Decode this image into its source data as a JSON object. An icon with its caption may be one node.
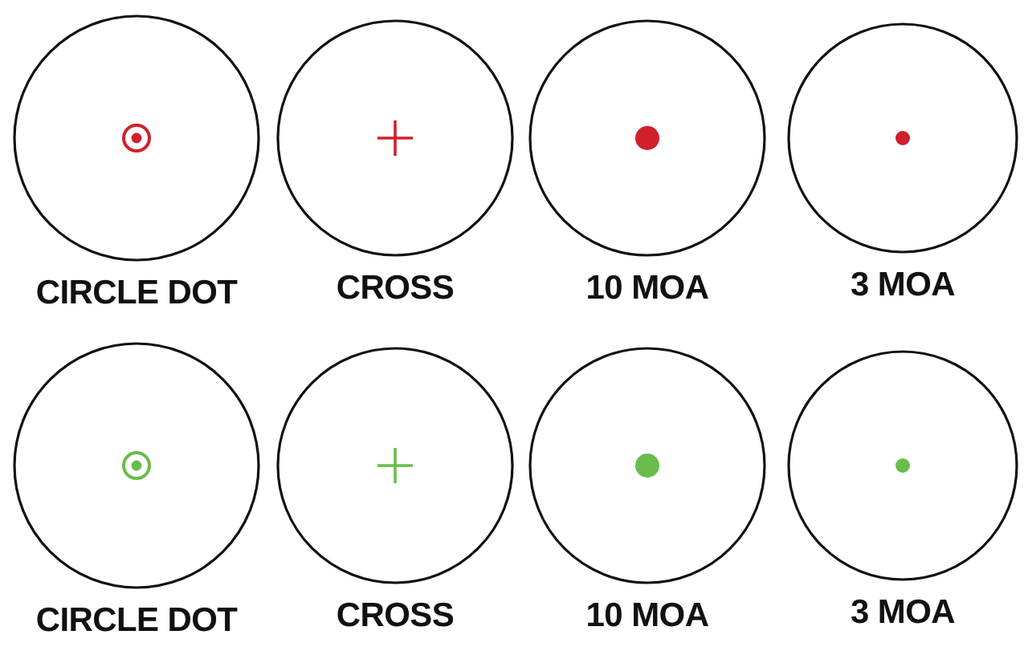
{
  "diagram": {
    "nodes": [
      {
        "text": [
          "CIRCLE DOT"
        ]
      },
      {
        "text": [
          "CROSS"
        ]
      },
      {
        "text": [
          "10 MOA"
        ]
      },
      {
        "text": [
          "3 MOA"
        ]
      },
      {
        "text": [
          "CIRCLE DOT"
        ]
      },
      {
        "text": [
          "CROSS"
        ]
      },
      {
        "text": [
          "10 MOA"
        ]
      },
      {
        "text": [
          "3 MOA"
        ]
      }
    ]
  }
}
